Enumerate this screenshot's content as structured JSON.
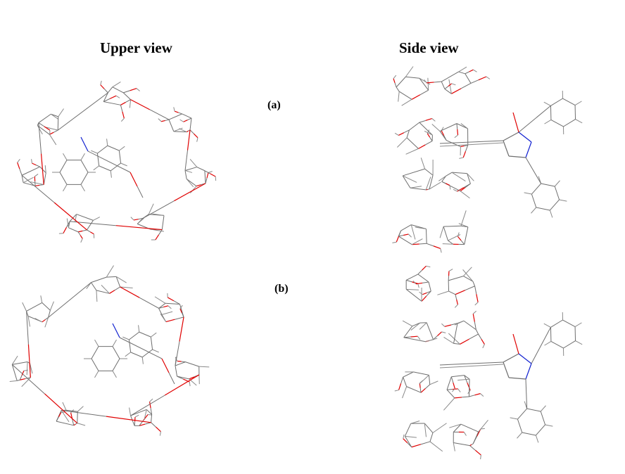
{
  "headers": {
    "upper_view": "Upper view",
    "side_view": "Side view"
  },
  "panels": [
    {
      "label": "(a)"
    },
    {
      "label": "(b)"
    }
  ],
  "colors": {
    "carbon_bond": "#6e6e6e",
    "oxygen": "#e00000",
    "nitrogen": "#1020d0",
    "hydrogen": "#8a8a8a"
  }
}
